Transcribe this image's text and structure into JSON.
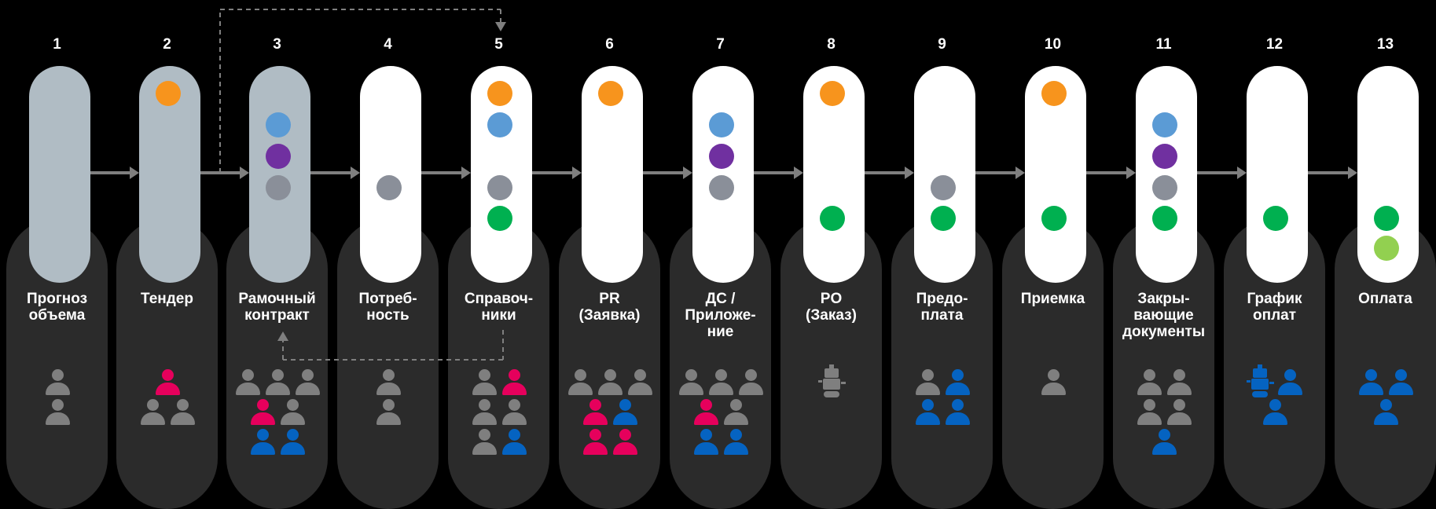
{
  "colors": {
    "orange": "#f7941d",
    "blue": "#5b9bd5",
    "purple": "#7030a0",
    "grey": "#8a8f99",
    "green": "#00b050",
    "lightgreen": "#92d050",
    "person_grey": "#7f7f7f",
    "person_pink": "#e6005c",
    "person_blue": "#0563c1"
  },
  "steps": [
    {
      "num": "1",
      "label": "Прогноз\nобъема",
      "pill": "grey",
      "dots": [],
      "people": [
        "grey",
        "grey"
      ]
    },
    {
      "num": "2",
      "label": "Тендер",
      "pill": "grey",
      "dots": [
        "orange"
      ],
      "people": [
        "pink",
        "grey",
        "grey"
      ]
    },
    {
      "num": "3",
      "label": "Рамочный\nконтракт",
      "pill": "grey",
      "dots": [
        "blue",
        "purple",
        "grey"
      ],
      "people": [
        "grey",
        "grey",
        "grey",
        "pink",
        "grey",
        "blue",
        "blue"
      ]
    },
    {
      "num": "4",
      "label": "Потреб-\nность",
      "pill": "white",
      "dots": [
        "grey"
      ],
      "people": [
        "grey",
        "grey"
      ]
    },
    {
      "num": "5",
      "label": "Справоч-\nники",
      "pill": "white",
      "dots": [
        "orange",
        "blue",
        "grey",
        "green"
      ],
      "people": [
        "grey",
        "pink",
        "grey",
        "grey",
        "grey",
        "blue"
      ]
    },
    {
      "num": "6",
      "label": "PR\n(Заявка)",
      "pill": "white",
      "dots": [
        "orange"
      ],
      "people": [
        "grey",
        "grey",
        "grey",
        "pink",
        "blue",
        "pink",
        "pink"
      ]
    },
    {
      "num": "7",
      "label": "ДС /\nПриложе-\nние",
      "pill": "white",
      "dots": [
        "blue",
        "purple",
        "grey"
      ],
      "people": [
        "grey",
        "grey",
        "grey",
        "pink",
        "grey",
        "blue",
        "blue"
      ]
    },
    {
      "num": "8",
      "label": "PO\n(Заказ)",
      "pill": "white",
      "dots": [
        "orange",
        "green"
      ],
      "people": [
        "robot"
      ]
    },
    {
      "num": "9",
      "label": "Предо-\nплата",
      "pill": "white",
      "dots": [
        "grey",
        "green"
      ],
      "people": [
        "grey",
        "blue",
        "blue",
        "blue"
      ]
    },
    {
      "num": "10",
      "label": "Приемка",
      "pill": "white",
      "dots": [
        "orange",
        "green"
      ],
      "people": [
        "grey"
      ]
    },
    {
      "num": "11",
      "label": "Закры-\nвающие\nдокументы",
      "pill": "white",
      "dots": [
        "blue",
        "purple",
        "grey",
        "green"
      ],
      "people": [
        "grey",
        "grey",
        "grey",
        "grey",
        "blue"
      ]
    },
    {
      "num": "12",
      "label": "График\nоплат",
      "pill": "white",
      "dots": [
        "green"
      ],
      "people": [
        "robot",
        "blue",
        "blue"
      ]
    },
    {
      "num": "13",
      "label": "Оплата",
      "pill": "white",
      "dots": [
        "green",
        "lightgreen"
      ],
      "people": [
        "blue",
        "blue",
        "blue"
      ]
    }
  ]
}
